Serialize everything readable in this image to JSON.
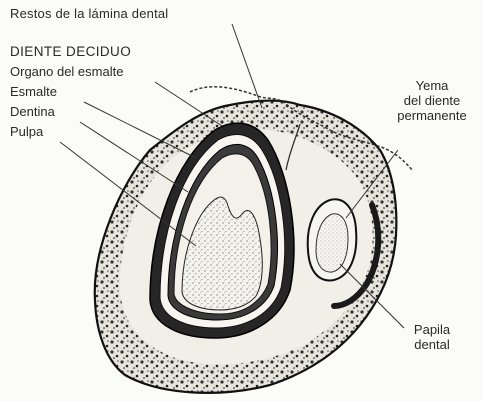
{
  "labels": {
    "restos": "Restos de la lámina dental",
    "diente_deciduo": "DIENTE DECIDUO",
    "organo": "Organo del esmalte",
    "esmalte": "Esmalte",
    "dentina": "Dentina",
    "pulpa": "Pulpa",
    "yema_line1": "Yema",
    "yema_line2": "del diente",
    "yema_line3": "permanente",
    "papila_line1": "Papila",
    "papila_line2": "dental"
  }
}
